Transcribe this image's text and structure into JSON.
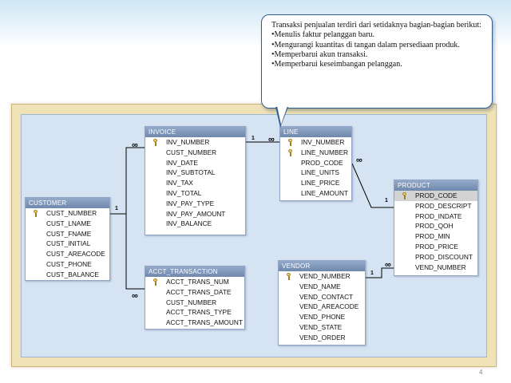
{
  "callout": {
    "intro": "Transaksi penjualan terdiri dari setidaknya bagian-bagian berikut:",
    "items": [
      "•Menulis faktur pelanggan baru.",
      "•Mengurangi kuantitas di tangan dalam persediaan produk.",
      "•Memperbarui akun transaksi.",
      "•Memperbarui keseimbangan pelanggan."
    ]
  },
  "entities": {
    "customer": {
      "title": "CUSTOMER",
      "fields": [
        "CUST_NUMBER",
        "CUST_LNAME",
        "CUST_FNAME",
        "CUST_INITIAL",
        "CUST_AREACODE",
        "CUST_PHONE",
        "CUST_BALANCE"
      ]
    },
    "invoice": {
      "title": "INVOICE",
      "fields": [
        "INV_NUMBER",
        "CUST_NUMBER",
        "INV_DATE",
        "INV_SUBTOTAL",
        "INV_TAX",
        "INV_TOTAL",
        "INV_PAY_TYPE",
        "INV_PAY_AMOUNT",
        "INV_BALANCE"
      ]
    },
    "line": {
      "title": "LINE",
      "fields": [
        "INV_NUMBER",
        "LINE_NUMBER",
        "PROD_CODE",
        "LINE_UNITS",
        "LINE_PRICE",
        "LINE_AMOUNT"
      ]
    },
    "product": {
      "title": "PRODUCT",
      "fields": [
        "PROD_CODE",
        "PROD_DESCRIPT",
        "PROD_INDATE",
        "PROD_QOH",
        "PROD_MIN",
        "PROD_PRICE",
        "PROD_DISCOUNT",
        "VEND_NUMBER"
      ]
    },
    "acct_transaction": {
      "title": "ACCT_TRANSACTION",
      "fields": [
        "ACCT_TRANS_NUM",
        "ACCT_TRANS_DATE",
        "CUST_NUMBER",
        "ACCT_TRANS_TYPE",
        "ACCT_TRANS_AMOUNT"
      ]
    },
    "vendor": {
      "title": "VENDOR",
      "fields": [
        "VEND_NUMBER",
        "VEND_NAME",
        "VEND_CONTACT",
        "VEND_AREACODE",
        "VEND_PHONE",
        "VEND_STATE",
        "VEND_ORDER"
      ]
    }
  },
  "relationships": {
    "one_label": "1",
    "many_label": "∞"
  },
  "page_number": "4"
}
